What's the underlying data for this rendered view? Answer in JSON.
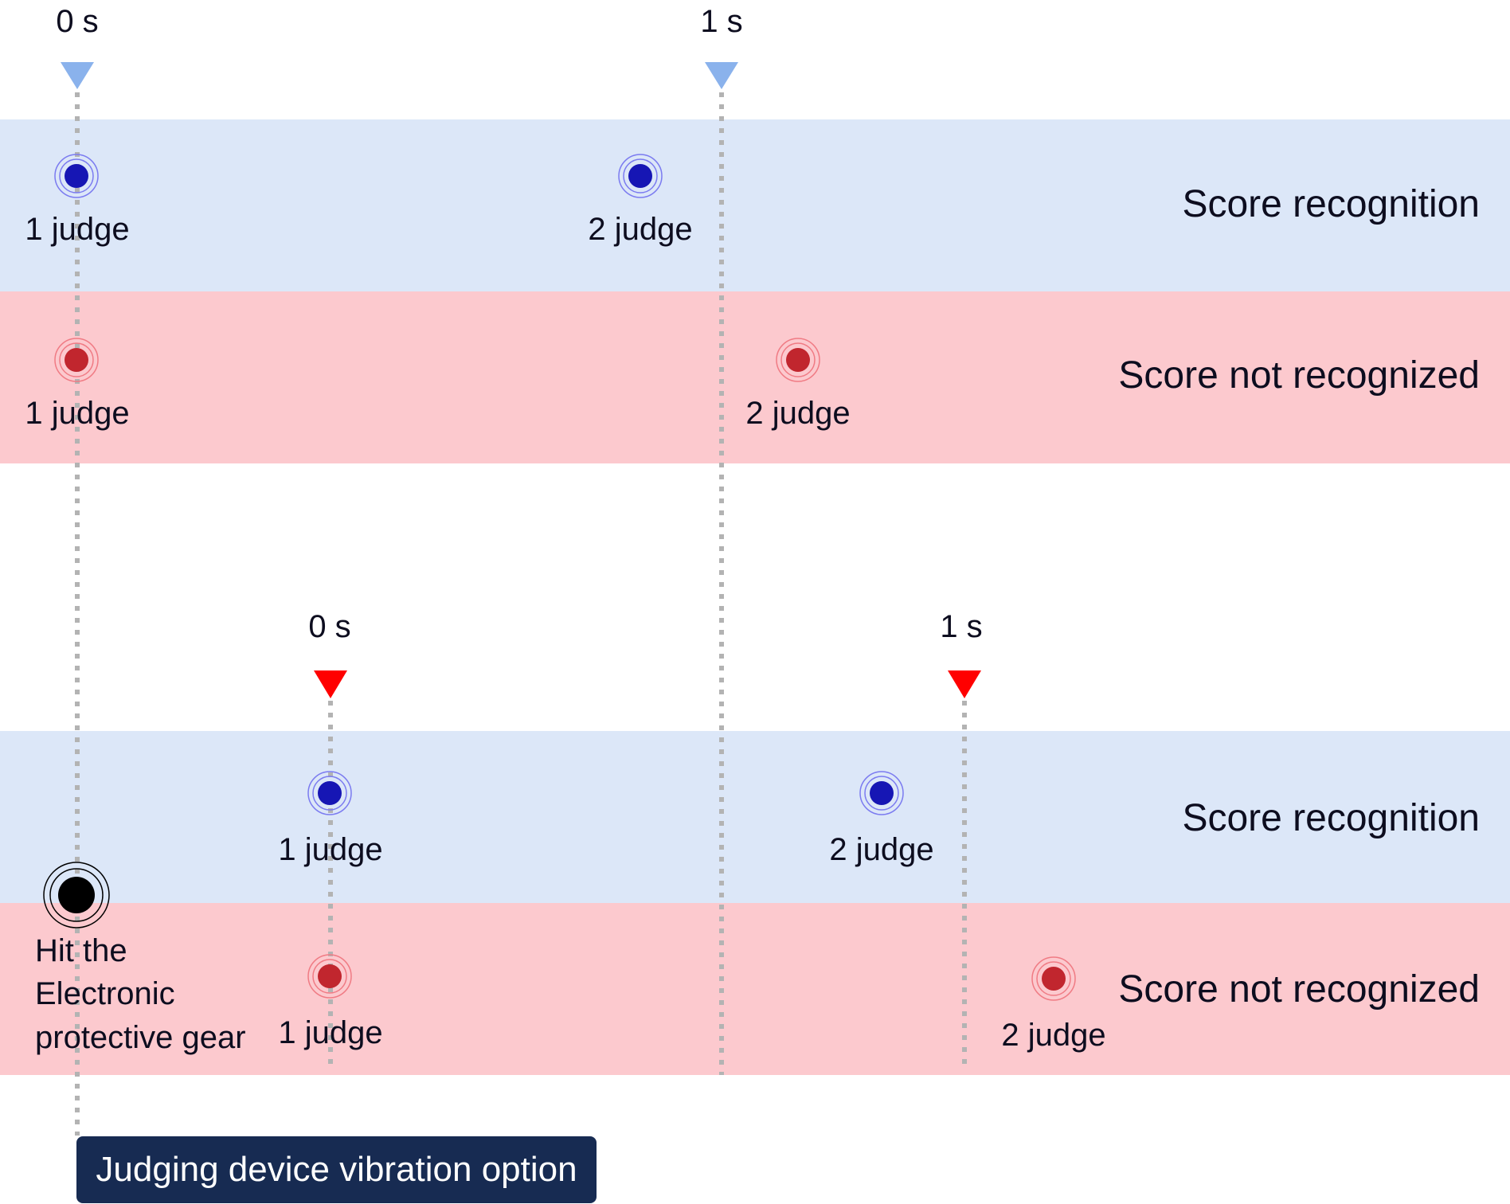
{
  "colors": {
    "band_blue": "#dce7f8",
    "band_red": "#fcc9ce",
    "marker_blue_triangle": "#8ab2ec",
    "marker_red_triangle": "#ff0000",
    "dot_blue": "#1616b4",
    "ring_blue": "#7b7bf0",
    "dot_red": "#c1262e",
    "ring_red": "#f07b84",
    "dot_black": "#000000",
    "dotted_line": "#b3b3b3",
    "box_bg": "#172b52",
    "box_text": "#ffffff"
  },
  "sections": [
    {
      "marker_color": "blue",
      "time_markers": [
        {
          "label": "0 s",
          "time": 0
        },
        {
          "label": "1 s",
          "time": 1
        }
      ],
      "rows": [
        {
          "label": "Score recognition",
          "band": "blue",
          "events": [
            {
              "label": "1 judge",
              "time": 0.0,
              "color": "blue"
            },
            {
              "label": "2 judge",
              "time": 0.88,
              "color": "blue"
            }
          ]
        },
        {
          "label": "Score not recognized",
          "band": "red",
          "events": [
            {
              "label": "1 judge",
              "time": 0.0,
              "color": "red"
            },
            {
              "label": "2 judge",
              "time": 1.12,
              "color": "red"
            }
          ]
        }
      ]
    },
    {
      "marker_color": "red",
      "time_markers": [
        {
          "label": "0 s",
          "time": 0
        },
        {
          "label": "1 s",
          "time": 1
        }
      ],
      "rows": [
        {
          "label": "Score recognition",
          "band": "blue",
          "events": [
            {
              "label": "1 judge",
              "time": 0.0,
              "color": "blue"
            },
            {
              "label": "2 judge",
              "time": 0.87,
              "color": "blue"
            }
          ]
        },
        {
          "label": "Score not recognized",
          "band": "red",
          "events": [
            {
              "label": "1 judge",
              "time": 0.0,
              "color": "red"
            },
            {
              "label": "2 judge",
              "time": 1.14,
              "color": "red"
            }
          ]
        }
      ]
    }
  ],
  "hit_event": {
    "label_lines": [
      "Hit the",
      "Electronic",
      "protective gear"
    ]
  },
  "footer": {
    "box_label": "Judging device vibration option"
  }
}
